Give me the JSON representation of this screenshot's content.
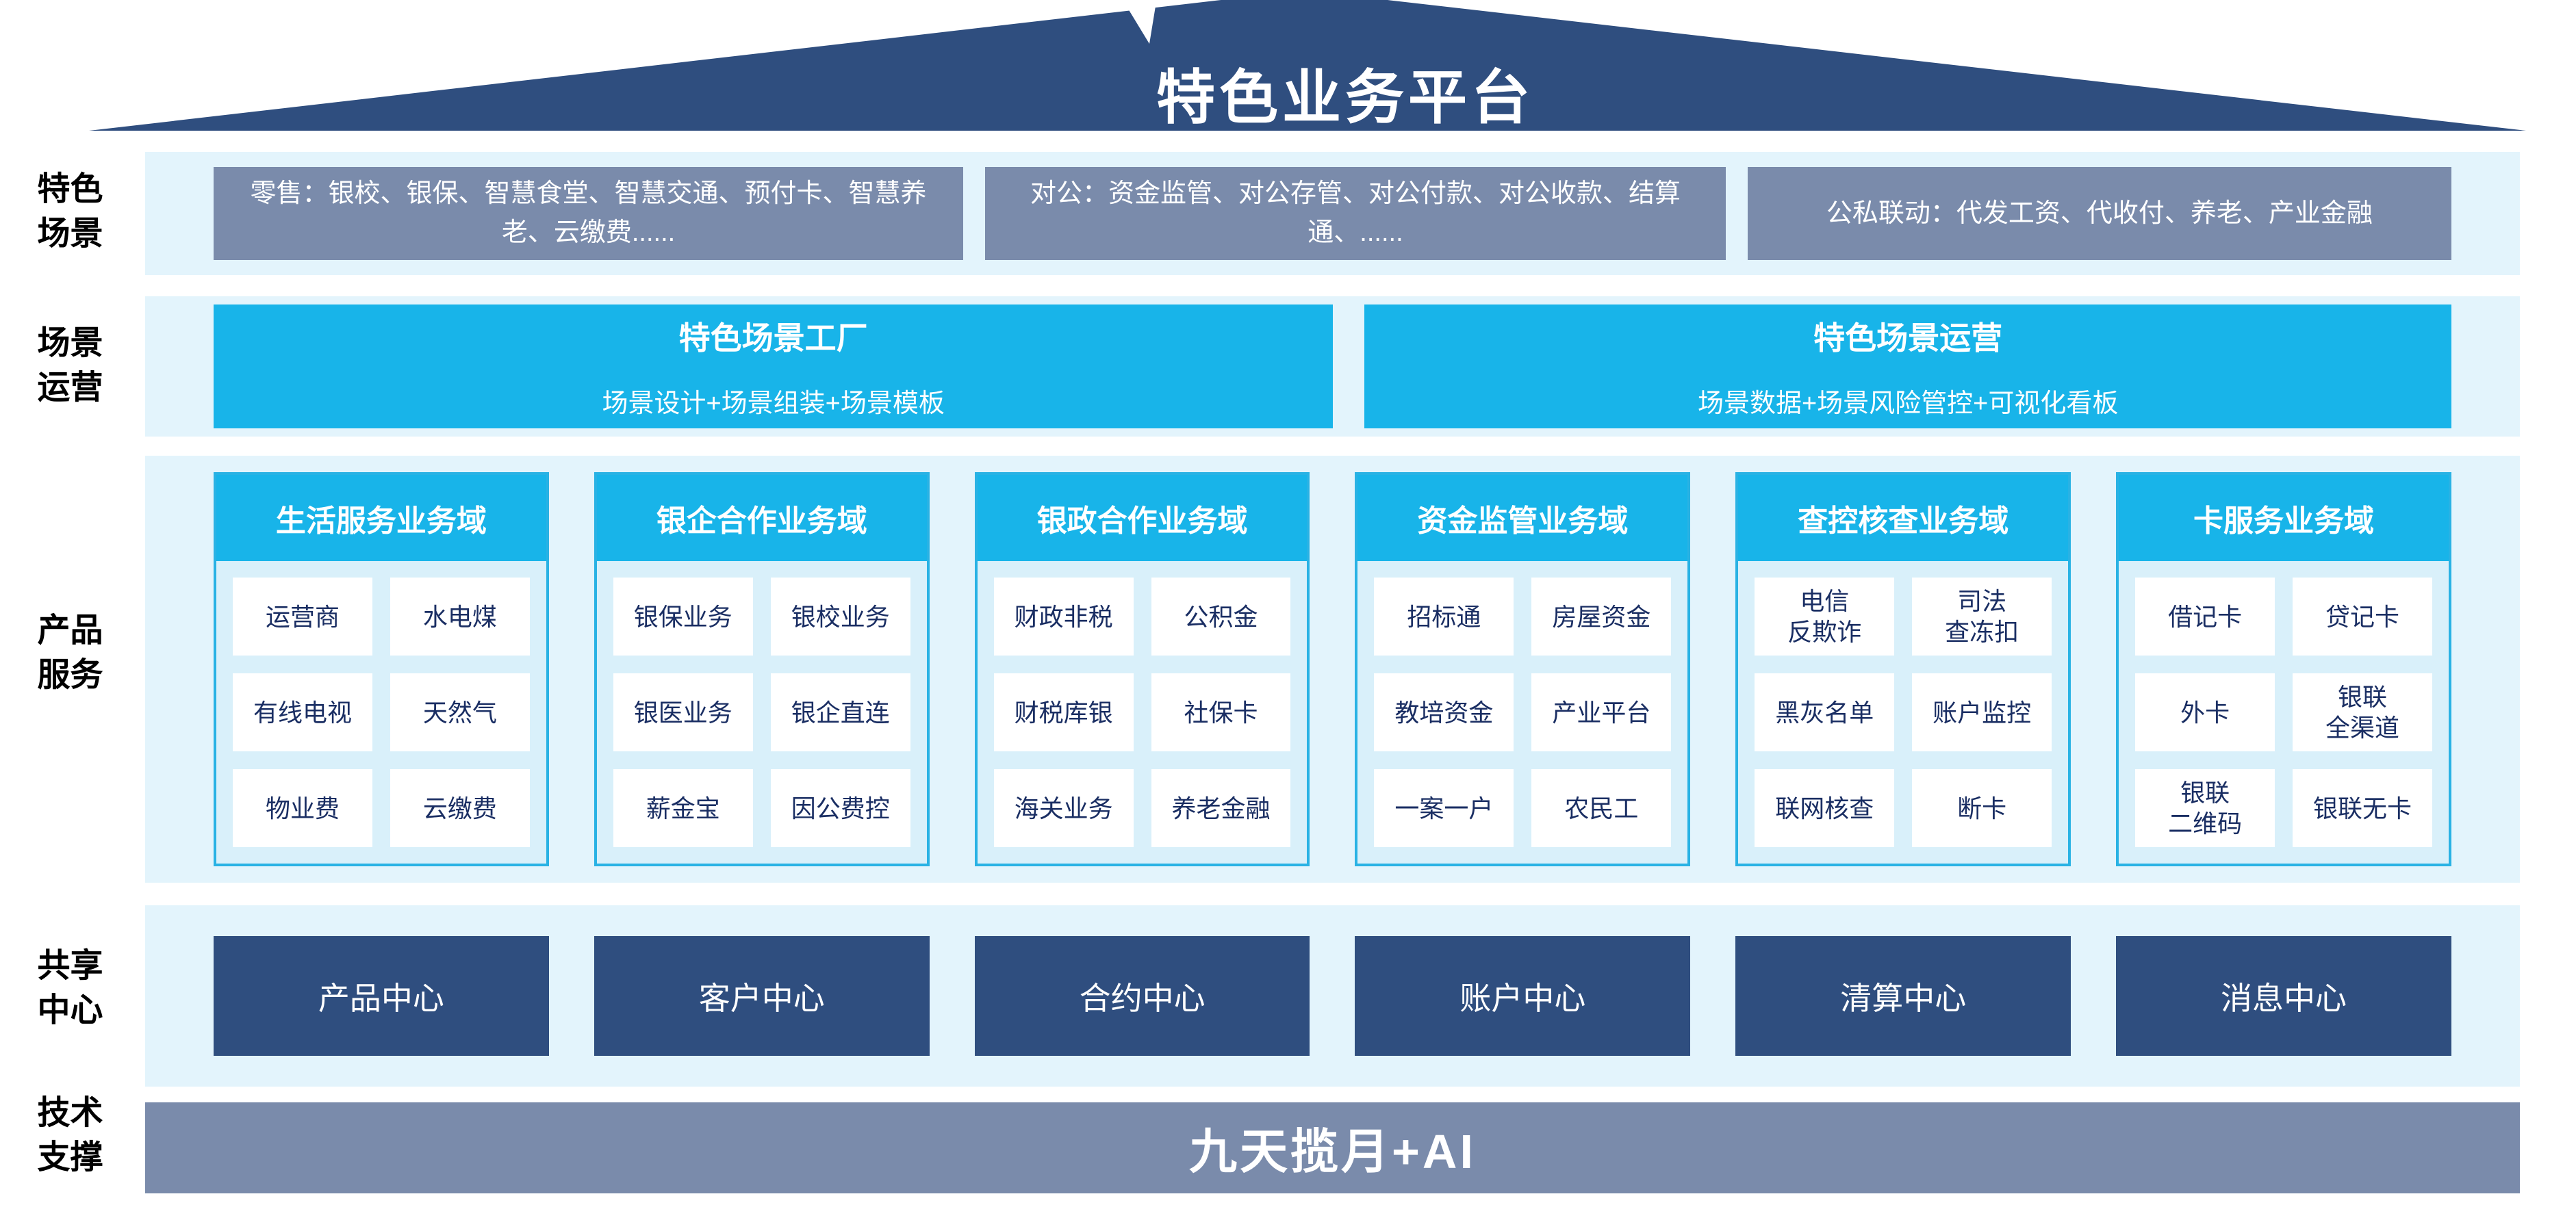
{
  "title": "特色业务平台",
  "colors": {
    "roof_navy": "#2F4E7F",
    "gray_blue": "#7A8BAB",
    "cyan": "#18B4E9",
    "light_band": "#E3F4FC",
    "card_interior": "#D9F0FA",
    "card_border": "#29B2E4",
    "cell_text_navy": "#1A2E63"
  },
  "scenes": {
    "label": "特色\n场景",
    "items": [
      "零售：银校、银保、智慧食堂、智慧交通、预付卡、智慧养老、云缴费......",
      "对公：资金监管、对公存管、对公付款、对公收款、结算通、......",
      "公私联动：代发工资、代收付、养老、产业金融"
    ]
  },
  "operations": {
    "label": "场景\n运营",
    "items": [
      {
        "title": "特色场景工厂",
        "subtitle": "场景设计+场景组装+场景模板"
      },
      {
        "title": "特色场景运营",
        "subtitle": "场景数据+场景风险管控+可视化看板"
      }
    ]
  },
  "products": {
    "label": "产品\n服务",
    "domains": [
      {
        "header": "生活服务业务域",
        "cells": [
          "运营商",
          "水电煤",
          "有线电视",
          "天然气",
          "物业费",
          "云缴费"
        ]
      },
      {
        "header": "银企合作业务域",
        "cells": [
          "银保业务",
          "银校业务",
          "银医业务",
          "银企直连",
          "薪金宝",
          "因公费控"
        ]
      },
      {
        "header": "银政合作业务域",
        "cells": [
          "财政非税",
          "公积金",
          "财税库银",
          "社保卡",
          "海关业务",
          "养老金融"
        ]
      },
      {
        "header": "资金监管业务域",
        "cells": [
          "招标通",
          "房屋资金",
          "教培资金",
          "产业平台",
          "一案一户",
          "农民工"
        ]
      },
      {
        "header": "查控核查业务域",
        "cells": [
          "电信\n反欺诈",
          "司法\n查冻扣",
          "黑灰名单",
          "账户监控",
          "联网核查",
          "断卡"
        ]
      },
      {
        "header": "卡服务业务域",
        "cells": [
          "借记卡",
          "贷记卡",
          "外卡",
          "银联\n全渠道",
          "银联\n二维码",
          "银联无卡"
        ]
      }
    ]
  },
  "centers": {
    "label": "共享\n中心",
    "items": [
      "产品中心",
      "客户中心",
      "合约中心",
      "账户中心",
      "清算中心",
      "消息中心"
    ]
  },
  "tech": {
    "label": "技术\n支撑",
    "title": "九天揽月+AI"
  }
}
